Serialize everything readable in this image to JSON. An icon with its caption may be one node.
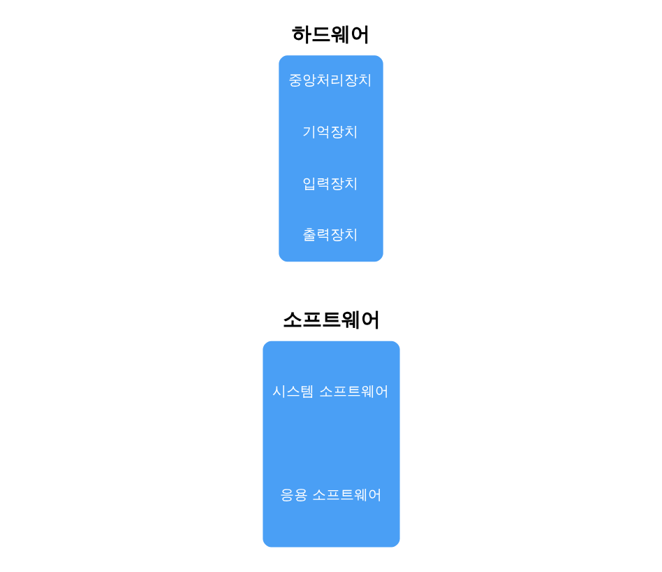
{
  "diagram": {
    "nodes": [
      {
        "text": [
          "하드웨어",
          "중앙처리장치",
          "기억장치",
          "입력장치",
          "출력장치"
        ]
      },
      {
        "text": [
          "소프트웨어",
          "시스템 소프트웨어",
          "응용 소프트웨어"
        ]
      }
    ]
  }
}
